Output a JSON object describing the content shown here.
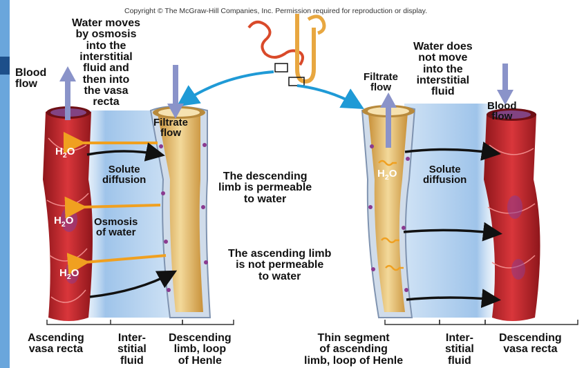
{
  "copyright": "Copyright © The McGraw-Hill Companies, Inc. Permission required for reproduction or display.",
  "labels": {
    "water_moves": "Water moves\nby osmosis\ninto the\ninterstitial\nfluid and\nthen into\nthe vasa\nrecta",
    "blood_flow_left": "Blood\nflow",
    "filtrate_flow_left": "Filtrate\nflow",
    "solute_diffusion_left": "Solute\ndiffusion",
    "osmosis_of_water": "Osmosis\nof water",
    "h2o_1": "H2O",
    "h2o_2": "H2O",
    "h2o_3": "H2O",
    "h2o_right": "H2O",
    "descending_permeable": "The descending\nlimb is permeable\nto water",
    "ascending_not_permeable": "The ascending limb\nis not permeable\nto water",
    "filtrate_flow_right": "Filtrate\nflow",
    "water_does_not": "Water does\nnot move\ninto the\ninterstitial\nfluid",
    "blood_flow_right": "Blood\nflow",
    "solute_diffusion_right": "Solute\ndiffusion",
    "ascending_vasa_recta": "Ascending\nvasa recta",
    "interstitial_fluid_left": "Inter-\nstitial\nfluid",
    "descending_limb": "Descending\nlimb, loop\nof Henle",
    "thin_segment": "Thin segment\nof ascending\nlimb, loop of Henle",
    "interstitial_fluid_right": "Inter-\nstitial\nfluid",
    "descending_vasa_recta": "Descending\nvasa recta"
  },
  "colors": {
    "vessel_red": "#c0272d",
    "vessel_dark": "#8e161b",
    "interstitial_blue": "#9fc4ea",
    "tubule_tan": "#e2b25c",
    "tubule_light": "#f3d99a",
    "flow_arrow": "#8a93c9",
    "water_arrow": "#f0a020",
    "big_arrow": "#1f9ad6"
  }
}
